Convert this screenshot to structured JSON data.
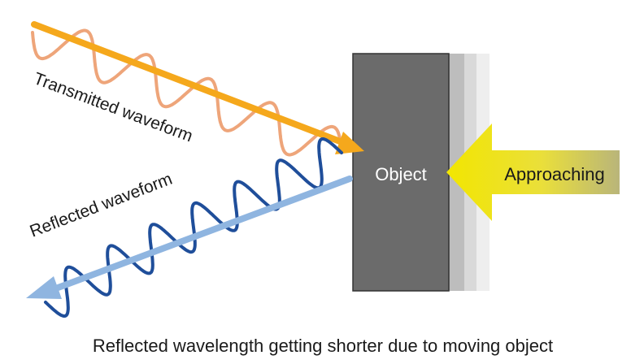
{
  "labels": {
    "transmitted": "Transmitted waveform",
    "reflected": "Reflected waveform",
    "object": "Object",
    "approaching": "Approaching",
    "caption": "Reflected wavelength getting shorter due to moving object"
  },
  "colors": {
    "transmitted_wave": "#eea57a",
    "transmitted_arrow": "#f5a81c",
    "reflected_wave": "#1f4e9a",
    "reflected_arrow": "#8fb5e0",
    "object_fill": "#6b6b6b",
    "object_text": "#ffffff",
    "approach_arrow": "#f2e600",
    "text": "#1a1a1a"
  }
}
